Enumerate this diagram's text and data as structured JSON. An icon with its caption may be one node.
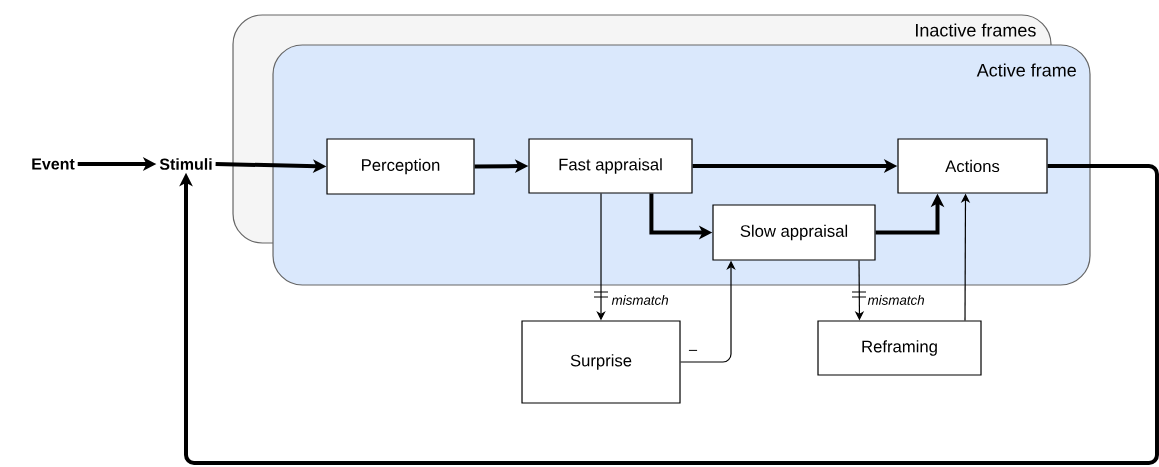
{
  "diagram": {
    "nodes": [
      {
        "text": [
          "Inactive frames"
        ]
      },
      {
        "text": [
          "Active frame"
        ]
      },
      {
        "text": [
          "Event"
        ]
      },
      {
        "text": [
          "Stimuli"
        ]
      },
      {
        "text": [
          "Perception"
        ],
        "in": 1
      },
      {
        "text": [
          "Fast appraisal"
        ],
        "in": 1
      },
      {
        "text": [
          "Slow appraisal"
        ],
        "in": 1
      },
      {
        "text": [
          "Actions"
        ],
        "in": 1
      },
      {
        "text": [
          "Surprise"
        ]
      },
      {
        "text": [
          "Reframing"
        ]
      }
    ],
    "edges": [
      {
        "from": 2,
        "to": 3,
        "arrow": "to"
      },
      {
        "from": 3,
        "to": 4,
        "arrow": "to"
      },
      {
        "from": 4,
        "to": 5,
        "arrow": "to"
      },
      {
        "from": 5,
        "to": 7,
        "arrow": "to"
      },
      {
        "from": 5,
        "to": 6,
        "arrow": "to"
      },
      {
        "from": 6,
        "to": 7,
        "arrow": "to"
      },
      {
        "from": 5,
        "to": 8,
        "arrow": "to",
        "label": "mismatch"
      },
      {
        "from": 8,
        "to": 6,
        "arrow": "to",
        "label": "–"
      },
      {
        "from": 6,
        "to": 9,
        "arrow": "to",
        "label": "mismatch"
      },
      {
        "from": 9,
        "to": 7,
        "arrow": "to"
      },
      {
        "from": 7,
        "to": 3,
        "arrow": "to"
      }
    ]
  }
}
